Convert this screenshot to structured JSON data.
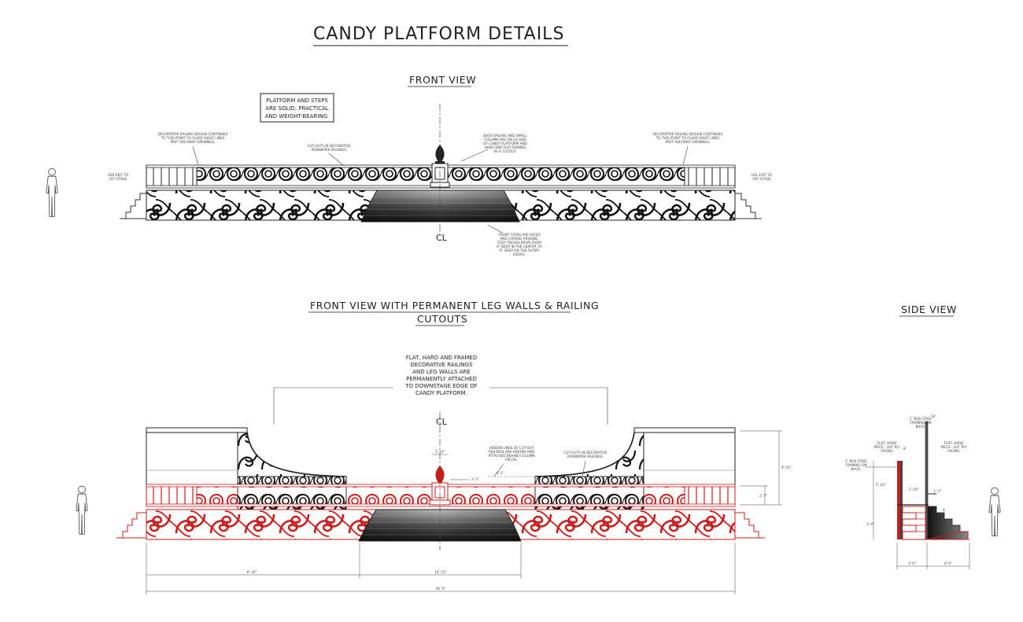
{
  "title": "CANDY PLATFORM DETAILS",
  "views": {
    "front": "FRONT VIEW",
    "front_leg_line1": "FRONT VIEW WITH PERMANENT LEG WALLS & RAILING",
    "front_leg_line2": "CUTOUTS",
    "side": "SIDE VIEW"
  },
  "callout_box": [
    "PLATFORM AND STEPS",
    "ARE SOLID, PRACTICAL",
    "AND WEIGHT-BEARING."
  ],
  "notes_front": {
    "rail_left": [
      "DECORATIVE RAILING DESIGN CONTINUES",
      "TO THIS POINT TO CLEAR SIGHT LINES",
      "PAST ARCHWAY OPENINGS."
    ],
    "cutouts": [
      "CUT-OUTS IN DECORATIVE",
      "IRONWORK RAILINGS"
    ],
    "back_railing": [
      "BACK RAILING AND SMALL",
      "COLUMN ARE ON US SIDE",
      "OF CANDY PLATFORM AND",
      "HARD AND FLAT FRAMED",
      "AS A CUTOUT."
    ],
    "rail_right": [
      "DECORATIVE RAILING DESIGN CONTINUES",
      "TO THIS POINT TO CLEAR SIGHT LINES",
      "PAST ARCHWAY OPENINGS."
    ],
    "exit_left": [
      "USR EXIT TO",
      "OFF-STAGE"
    ],
    "exit_right": [
      "USL EXIT TO",
      "OFF-STAGE"
    ],
    "steps": [
      "FRONT STEPS ARE FACED",
      "AND CURVED AROUND.",
      "STEP TREADS MOVE FROM",
      "8\" DEEP IN THE CENTER TO",
      "6\" DEEP ON THE OUTER",
      "EDGES."
    ],
    "centerline": "CL"
  },
  "notes_leg": {
    "main": [
      "FLAT, HARD AND FRAMED",
      "DECORATIVE RAILINGS",
      "AND LEG WALLS ARE",
      "PERMANENTLY ATTACHED",
      "TO DOWNSTAGE EDGE OF",
      "CANDY PLATFORM."
    ],
    "hidden": [
      "HIDDEN LINES OF CUT-OUT",
      "RAILINGS ARE HIDDEN AND",
      "ATTACHED BEHIND COLUMN",
      "PIECES."
    ],
    "cutouts": [
      "CUT-OUTS IN DECORATIVE",
      "IRONWORK RAILINGS."
    ],
    "centerline": "CL",
    "dims": {
      "overall": "40'-0\"",
      "left": "8'-10\"",
      "center": "14'-10\"",
      "height_tall": "9'-10\"",
      "height_rail": "2'-7\"",
      "height_plat": "3'-0\"",
      "column_w": "1'-10\"",
      "column_small": "2'-2\"",
      "railing_small": "2'-1\""
    }
  },
  "notes_side": {
    "box_steel_top": [
      "1\" BOX STEEL",
      "FRAMING ON",
      "BACK."
    ],
    "flat_left": [
      "FLAT, HARD",
      "PIECE - 3/4\" PLY",
      "FACING"
    ],
    "flat_right": [
      "FLAT, HARD",
      "PIECE - 3/4\" PLY",
      "FACING"
    ],
    "box_steel_left": [
      "1\" BOX STEEL",
      "FRAMING ON",
      "BACK."
    ],
    "dims": {
      "top": "10'",
      "mid_left": "5'-10\"",
      "mid": "2'-10\"",
      "right_mid": "1'-3\"",
      "step_h": "3'-0\"",
      "base_left": "3'-0\"",
      "base_right": "6'-0\"",
      "small": "8'",
      "small2": "8'"
    }
  },
  "colors": {
    "ink": "#222222",
    "red": "#d42020",
    "grey": "#888888"
  }
}
